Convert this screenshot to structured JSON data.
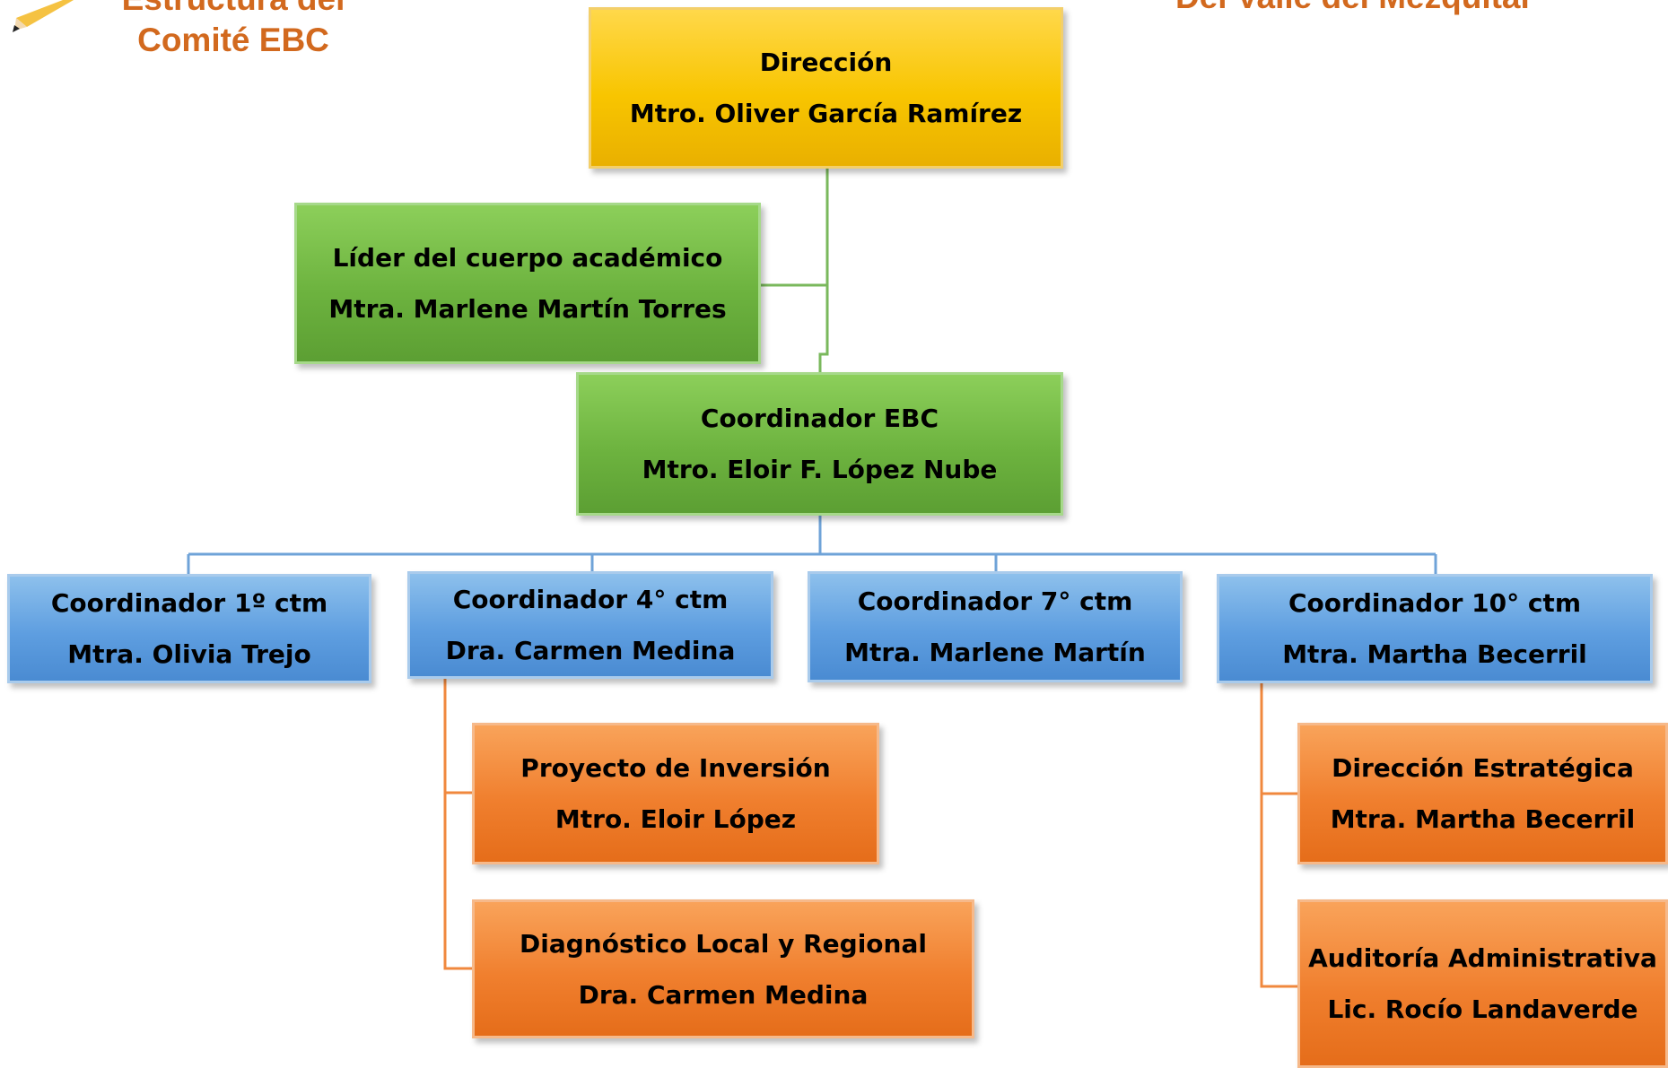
{
  "header": {
    "title_left_line1": "Estructura del",
    "title_left_line2": "Comité EBC",
    "title_right": "Del Valle del Mezquital"
  },
  "org": {
    "direccion": {
      "role": "Dirección",
      "name": "Mtro. Oliver García Ramírez"
    },
    "lider": {
      "role": "Líder del cuerpo académico",
      "name": "Mtra. Marlene Martín Torres"
    },
    "coordinador_ebc": {
      "role": "Coordinador EBC",
      "name": "Mtro. Eloir F. López Nube"
    },
    "coordinadores": [
      {
        "role": "Coordinador 1º ctm",
        "name": "Mtra. Olivia Trejo"
      },
      {
        "role": "Coordinador 4° ctm",
        "name": "Dra. Carmen Medina"
      },
      {
        "role": "Coordinador 7° ctm",
        "name": "Mtra. Marlene Martín"
      },
      {
        "role": "Coordinador 10° ctm",
        "name": "Mtra. Martha Becerril"
      }
    ],
    "proyectos_4": [
      {
        "role": "Proyecto de Inversión",
        "name": "Mtro. Eloir López"
      },
      {
        "role": "Diagnóstico Local y Regional",
        "name": "Dra. Carmen Medina"
      }
    ],
    "proyectos_10": [
      {
        "role": "Dirección Estratégica",
        "name": "Mtra. Martha Becerril"
      },
      {
        "role": "Auditoría Administrativa",
        "name": "Lic. Rocío Landaverde"
      }
    ]
  },
  "colors": {
    "title": "#d2691e",
    "yellow": "#f8c500",
    "green": "#6db33f",
    "blue": "#5e9ee0",
    "orange": "#f07f2e",
    "line_green": "#7ab85c",
    "line_blue": "#6fa3d8",
    "line_orange": "#f0883e"
  }
}
